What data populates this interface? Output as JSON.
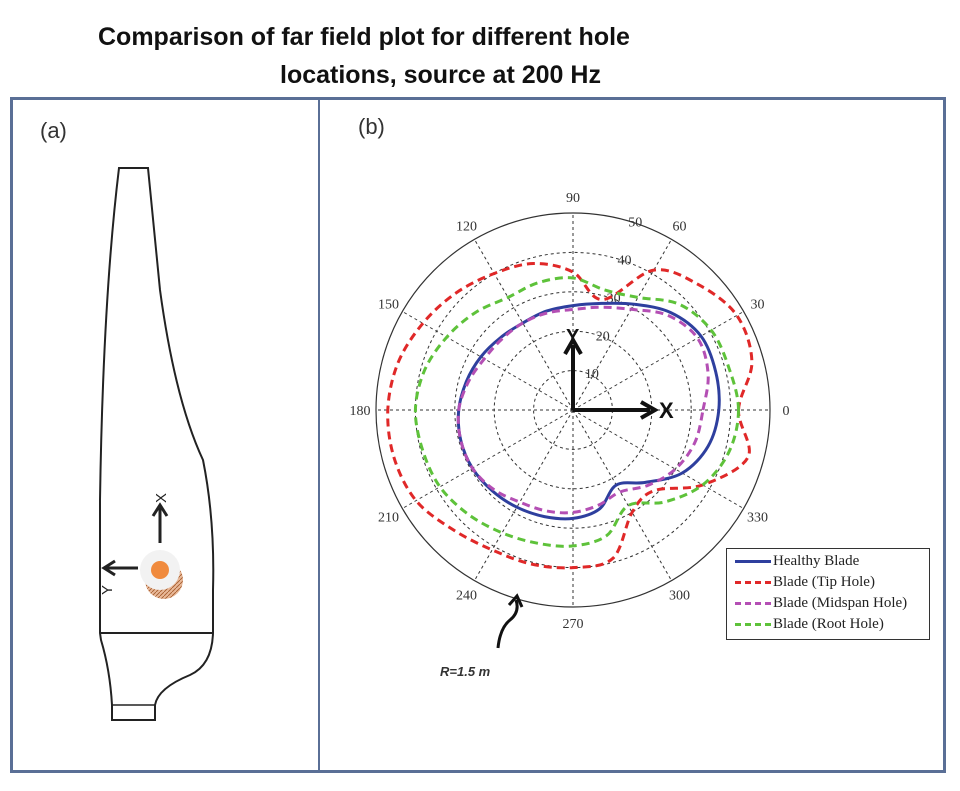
{
  "title": {
    "line1": "Comparison of far field plot for different hole",
    "line2": "locations, source at 200 Hz"
  },
  "panel_a": {
    "label": "(a)",
    "axis_x": "X",
    "axis_y": "Y",
    "hole_color": "#f08a3c"
  },
  "panel_b": {
    "label": "(b)",
    "axis_x": "X",
    "axis_y": "Y",
    "radius_note": "R=1.5 m"
  },
  "chart_data": {
    "type": "polar-line",
    "title": "Comparison of far field plot for different hole locations, source at 200 Hz",
    "angular_ticks": [
      "0",
      "30",
      "60",
      "90",
      "120",
      "150",
      "180",
      "210",
      "240",
      "270",
      "300",
      "330"
    ],
    "radial_ticks": [
      "10",
      "20",
      "30",
      "40",
      "50"
    ],
    "rlim": [
      0,
      50
    ],
    "grid": true,
    "legend_position": "bottom-right",
    "angles_deg": [
      0,
      15,
      30,
      45,
      60,
      75,
      90,
      105,
      120,
      135,
      150,
      165,
      180,
      195,
      210,
      225,
      240,
      255,
      270,
      285,
      300,
      315,
      330,
      345
    ],
    "series": [
      {
        "name": "Healthy Blade",
        "color": "#2e3f9e",
        "style": "solid",
        "values": [
          37,
          37.5,
          37.5,
          35,
          31,
          28,
          26.5,
          26,
          25.5,
          26,
          27,
          28,
          29,
          29.5,
          29.5,
          29,
          28.5,
          28,
          27.5,
          26,
          22,
          26,
          32,
          35.5
        ]
      },
      {
        "name": "Blade (Tip Hole)",
        "color": "#e02828",
        "style": "dashed",
        "values": [
          42,
          47,
          48,
          45,
          41,
          29,
          35,
          38.5,
          40,
          42,
          44,
          46,
          47,
          47,
          46,
          43,
          41,
          40.5,
          40,
          39,
          30,
          29,
          38,
          46
        ]
      },
      {
        "name": "Blade (Midspan Hole)",
        "color": "#b44fb4",
        "style": "dashed",
        "values": [
          33,
          35.5,
          36.5,
          34,
          29.5,
          27,
          25.5,
          25.5,
          25.5,
          25.5,
          26,
          27.5,
          29,
          29.5,
          29.5,
          28.5,
          27,
          26.5,
          26,
          25,
          24,
          27,
          30,
          32
        ]
      },
      {
        "name": "Blade (Root Hole)",
        "color": "#5ec23a",
        "style": "dashed",
        "values": [
          42,
          41,
          40.5,
          38,
          33,
          31.5,
          33.5,
          33.5,
          33,
          35,
          37,
          39,
          40,
          39.5,
          39,
          37.5,
          36,
          35,
          34.5,
          33,
          28,
          33,
          38,
          41
        ]
      }
    ]
  }
}
